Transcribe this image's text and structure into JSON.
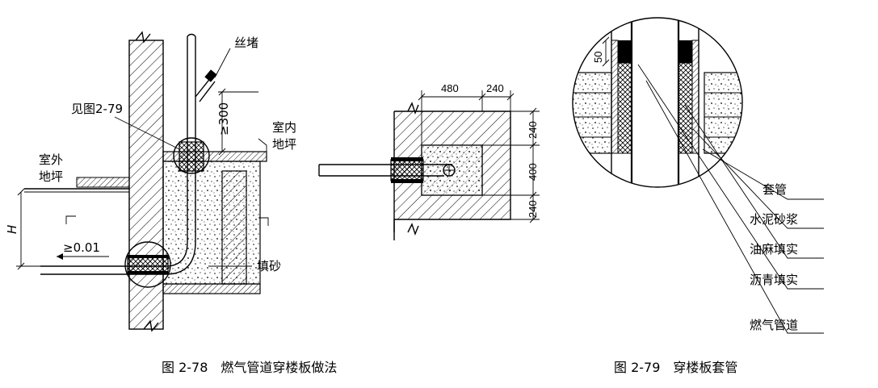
{
  "fig78": {
    "caption": "图 2-78　燃气管道穿楼板做法",
    "labels": {
      "plug": "丝堵",
      "see_fig": "见图2-79",
      "dim_300": "≥300",
      "indoor_line1": "室内",
      "indoor_line2": "地坪",
      "outdoor_line1": "室外",
      "outdoor_line2": "地坪",
      "height": "H",
      "slope": "≥0.01",
      "sand": "填砂"
    }
  },
  "fig_mid": {
    "dims_top": [
      "480",
      "240"
    ],
    "dims_right": [
      "240",
      "400",
      "240"
    ]
  },
  "fig79": {
    "caption": "图 2-79　穿楼板套管",
    "dim_50": "50",
    "legend": [
      "套管",
      "水泥砂浆",
      "油麻填实",
      "沥青填实",
      "燃气管道"
    ]
  }
}
